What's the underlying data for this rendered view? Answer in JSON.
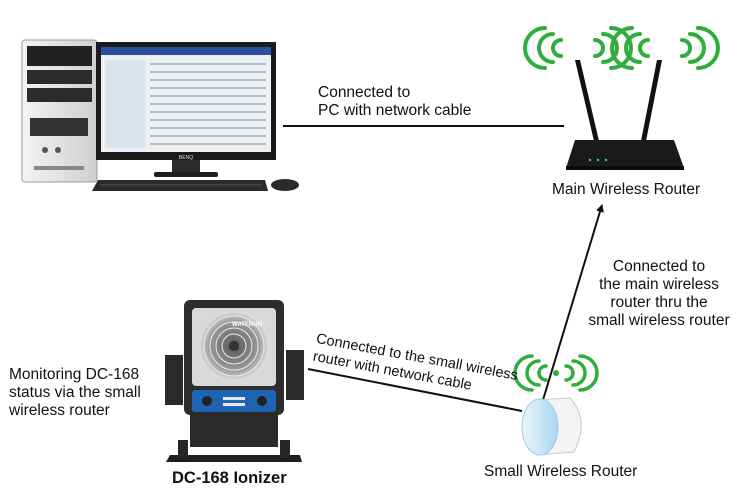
{
  "labels": {
    "pc_link_line1": "Connected to",
    "pc_link_line2": "PC with network cable",
    "main_router": "Main Wireless Router",
    "router_link_line1": "Connected to",
    "router_link_line2": "the main wireless",
    "router_link_line3": "router thru the",
    "router_link_line4": "small wireless router",
    "ionizer_link_line1": "Connected to the small wireless",
    "ionizer_link_line2": "router with network cable",
    "monitor_line1": "Monitoring DC-168",
    "monitor_line2": "status via the small",
    "monitor_line3": "wireless router",
    "ionizer_name": "DC-168 Ionizer",
    "small_router": "Small Wireless Router",
    "ionizer_brand": "WATERUN",
    "monitor_brand": "BENQ"
  },
  "icons": [
    "computer-icon",
    "monitor-icon",
    "keyboard-icon",
    "mouse-icon",
    "main-router-icon",
    "wifi-signal-icon",
    "ionizer-icon",
    "small-router-icon"
  ],
  "colors": {
    "wifi": "#2fae3c",
    "connector": "#111111",
    "ionizer_panel": "#1f63b3",
    "small_router_face": "#bfe3f3"
  }
}
